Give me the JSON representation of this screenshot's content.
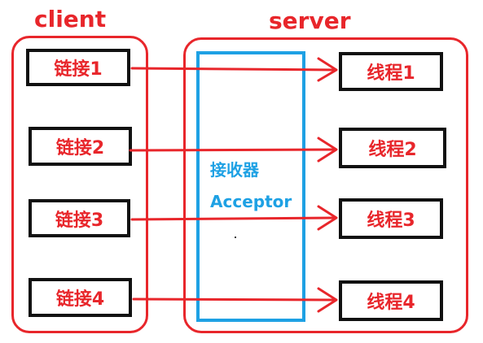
{
  "labels": {
    "client": "client",
    "server": "server",
    "acceptor_cn": "接收器",
    "acceptor_en": "Acceptor"
  },
  "connections": [
    "链接1",
    "链接2",
    "链接3",
    "链接4"
  ],
  "threads": [
    "线程1",
    "线程2",
    "线程3",
    "线程4"
  ],
  "colors": {
    "red": "#e8262b",
    "blue": "#1ea1e4",
    "black": "#111111"
  }
}
